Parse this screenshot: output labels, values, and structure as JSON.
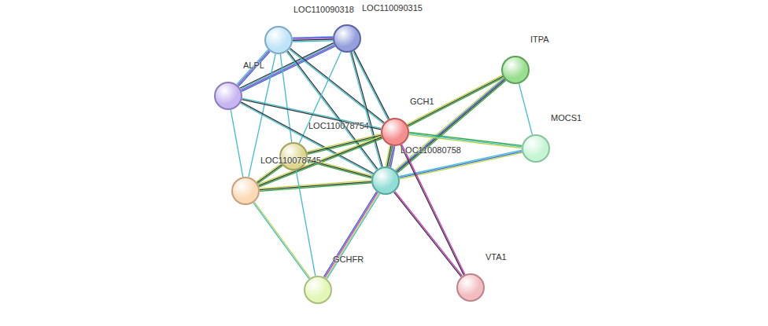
{
  "diagram": {
    "nodes": [
      {
        "text": [
          "LOC110090318"
        ]
      },
      {
        "text": [
          "LOC110090315"
        ]
      },
      {
        "text": [
          "ITPA"
        ]
      },
      {
        "text": [
          "ALPL"
        ]
      },
      {
        "text": [
          "GCH1"
        ]
      },
      {
        "text": [
          "MOCS1"
        ]
      },
      {
        "text": [
          "LOC110078754"
        ]
      },
      {
        "text": [
          "LOC110080758"
        ]
      },
      {
        "text": [
          "LOC110078745"
        ]
      },
      {
        "text": [
          "VTA1"
        ]
      },
      {
        "text": [
          "GCHFR"
        ]
      }
    ],
    "edges": [
      {
        "from": 0,
        "to": 1,
        "arrow": "none"
      },
      {
        "from": 0,
        "to": 3,
        "arrow": "none"
      },
      {
        "from": 1,
        "to": 3,
        "arrow": "none"
      },
      {
        "from": 0,
        "to": 4,
        "arrow": "none"
      },
      {
        "from": 0,
        "to": 7,
        "arrow": "none"
      },
      {
        "from": 0,
        "to": 6,
        "arrow": "none"
      },
      {
        "from": 0,
        "to": 8,
        "arrow": "none"
      },
      {
        "from": 1,
        "to": 4,
        "arrow": "none"
      },
      {
        "from": 1,
        "to": 7,
        "arrow": "none"
      },
      {
        "from": 1,
        "to": 6,
        "arrow": "none"
      },
      {
        "from": 3,
        "to": 4,
        "arrow": "none"
      },
      {
        "from": 3,
        "to": 7,
        "arrow": "none"
      },
      {
        "from": 3,
        "to": 8,
        "arrow": "none"
      },
      {
        "from": 2,
        "to": 4,
        "arrow": "none"
      },
      {
        "from": 2,
        "to": 7,
        "arrow": "none"
      },
      {
        "from": 2,
        "to": 5,
        "arrow": "none"
      },
      {
        "from": 4,
        "to": 5,
        "arrow": "none"
      },
      {
        "from": 7,
        "to": 5,
        "arrow": "none"
      },
      {
        "from": 4,
        "to": 7,
        "arrow": "none"
      },
      {
        "from": 4,
        "to": 6,
        "arrow": "none"
      },
      {
        "from": 4,
        "to": 8,
        "arrow": "none"
      },
      {
        "from": 4,
        "to": 9,
        "arrow": "none"
      },
      {
        "from": 7,
        "to": 9,
        "arrow": "none"
      },
      {
        "from": 7,
        "to": 6,
        "arrow": "none"
      },
      {
        "from": 7,
        "to": 8,
        "arrow": "none"
      },
      {
        "from": 6,
        "to": 8,
        "arrow": "none"
      },
      {
        "from": 7,
        "to": 10,
        "arrow": "none"
      },
      {
        "from": 6,
        "to": 10,
        "arrow": "none"
      },
      {
        "from": 8,
        "to": 10,
        "arrow": "none"
      }
    ]
  }
}
